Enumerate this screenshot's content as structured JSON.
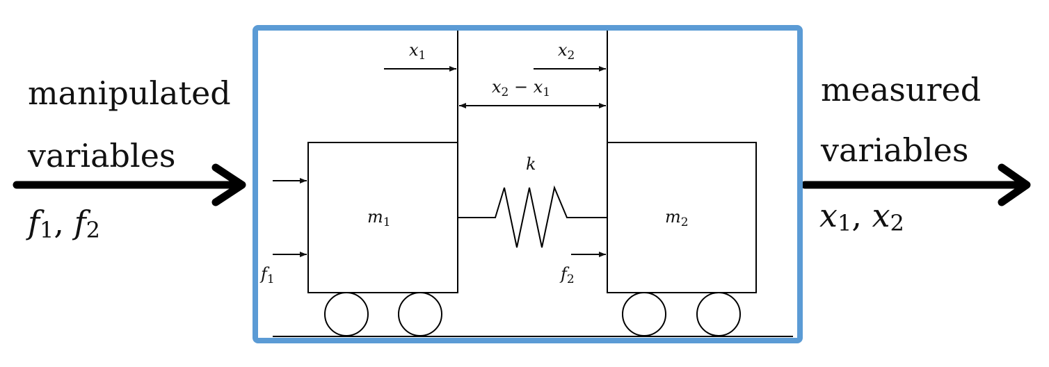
{
  "left": {
    "line1": "manipulated",
    "line2": "variables",
    "var_a": "f",
    "sub_a": "1",
    "sep": ", ",
    "var_b": "f",
    "sub_b": "2"
  },
  "right": {
    "line1": "measured",
    "line2": "variables",
    "var_a": "x",
    "sub_a": "1",
    "sep": ", ",
    "var_b": "x",
    "sub_b": "2"
  },
  "system": {
    "x1": {
      "var": "x",
      "sub": "1"
    },
    "x2": {
      "var": "x",
      "sub": "2"
    },
    "diff": {
      "var_a": "x",
      "sub_a": "2",
      "op": " − ",
      "var_b": "x",
      "sub_b": "1"
    },
    "spring": "k",
    "mass1": {
      "var": "m",
      "sub": "1"
    },
    "mass2": {
      "var": "m",
      "sub": "2"
    },
    "f1": {
      "var": "f",
      "sub": "1"
    },
    "f2": {
      "var": "f",
      "sub": "2"
    }
  },
  "colors": {
    "frame": "#5b9bd5",
    "ink": "#111111"
  }
}
